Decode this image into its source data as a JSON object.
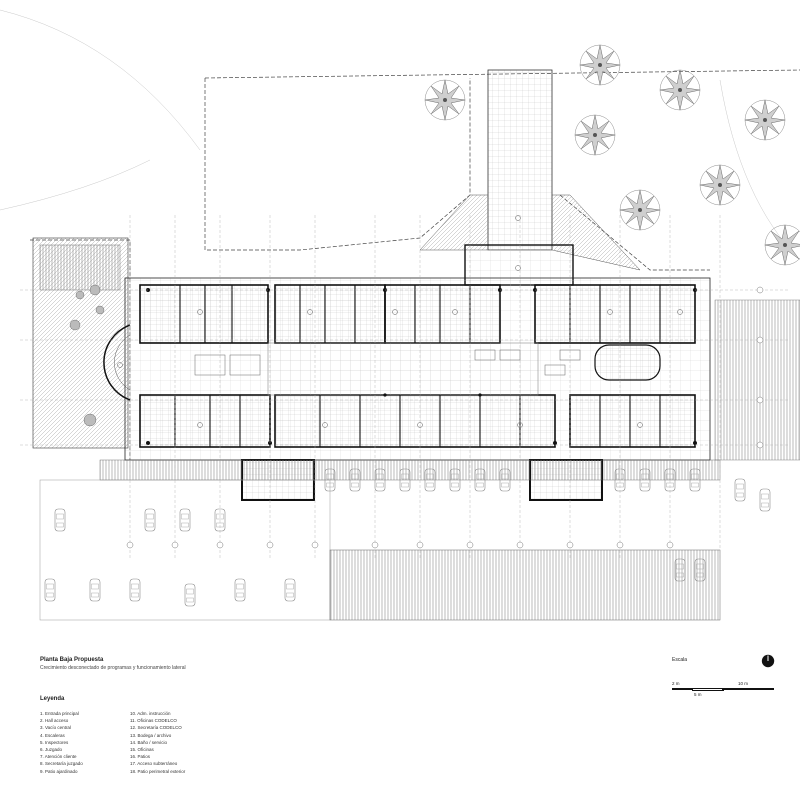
{
  "drawing": {
    "title": "Planta Baja Propuesta",
    "subtitle": "Crecimiento desconectado de programas y funcionamiento lateral"
  },
  "legend": {
    "title": "Leyenda",
    "items": [
      "1. Entrada principal",
      "2. Hall acceso",
      "3. Vacío central",
      "4. Escaleras",
      "5. Inspectores",
      "6. Juzgado",
      "7. Atención cliente",
      "8. Secretaría juzgado",
      "9. Patio ajardinado",
      "10. Adm. instrucción",
      "11. Oficinas CODELCO",
      "12. Secretaría CODELCO",
      "13. Bodega / archivo",
      "14. Baño / servicio",
      "15. Oficinas",
      "16. Patios",
      "17. Acceso subterráneo",
      "18. Patio perimetral exterior"
    ]
  },
  "scale": {
    "title": "Escala",
    "labels": [
      "2 m",
      "5 m",
      "10 m"
    ]
  },
  "colors": {
    "line": "#333333",
    "wall": "#111111",
    "hatch": "#9a9a9a",
    "tree": "#7a7a7a",
    "paper": "#ffffff"
  },
  "icons": [
    "north-arrow-icon",
    "tree-icon",
    "car-icon"
  ]
}
